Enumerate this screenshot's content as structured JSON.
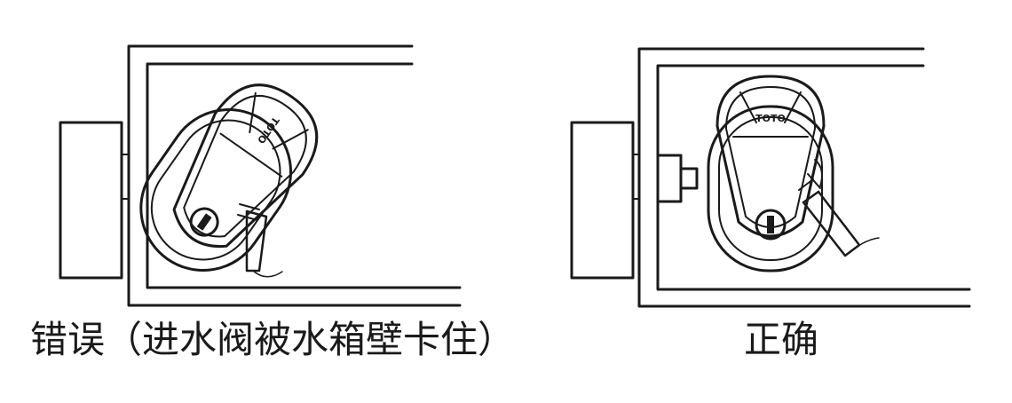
{
  "panels": {
    "wrong": {
      "caption": "错误（进水阀被水箱壁卡住）",
      "brand": "TOTO"
    },
    "correct": {
      "caption": "正确",
      "brand": "TOTO"
    }
  },
  "colors": {
    "ink": "#1a1a1a",
    "background": "#ffffff"
  }
}
